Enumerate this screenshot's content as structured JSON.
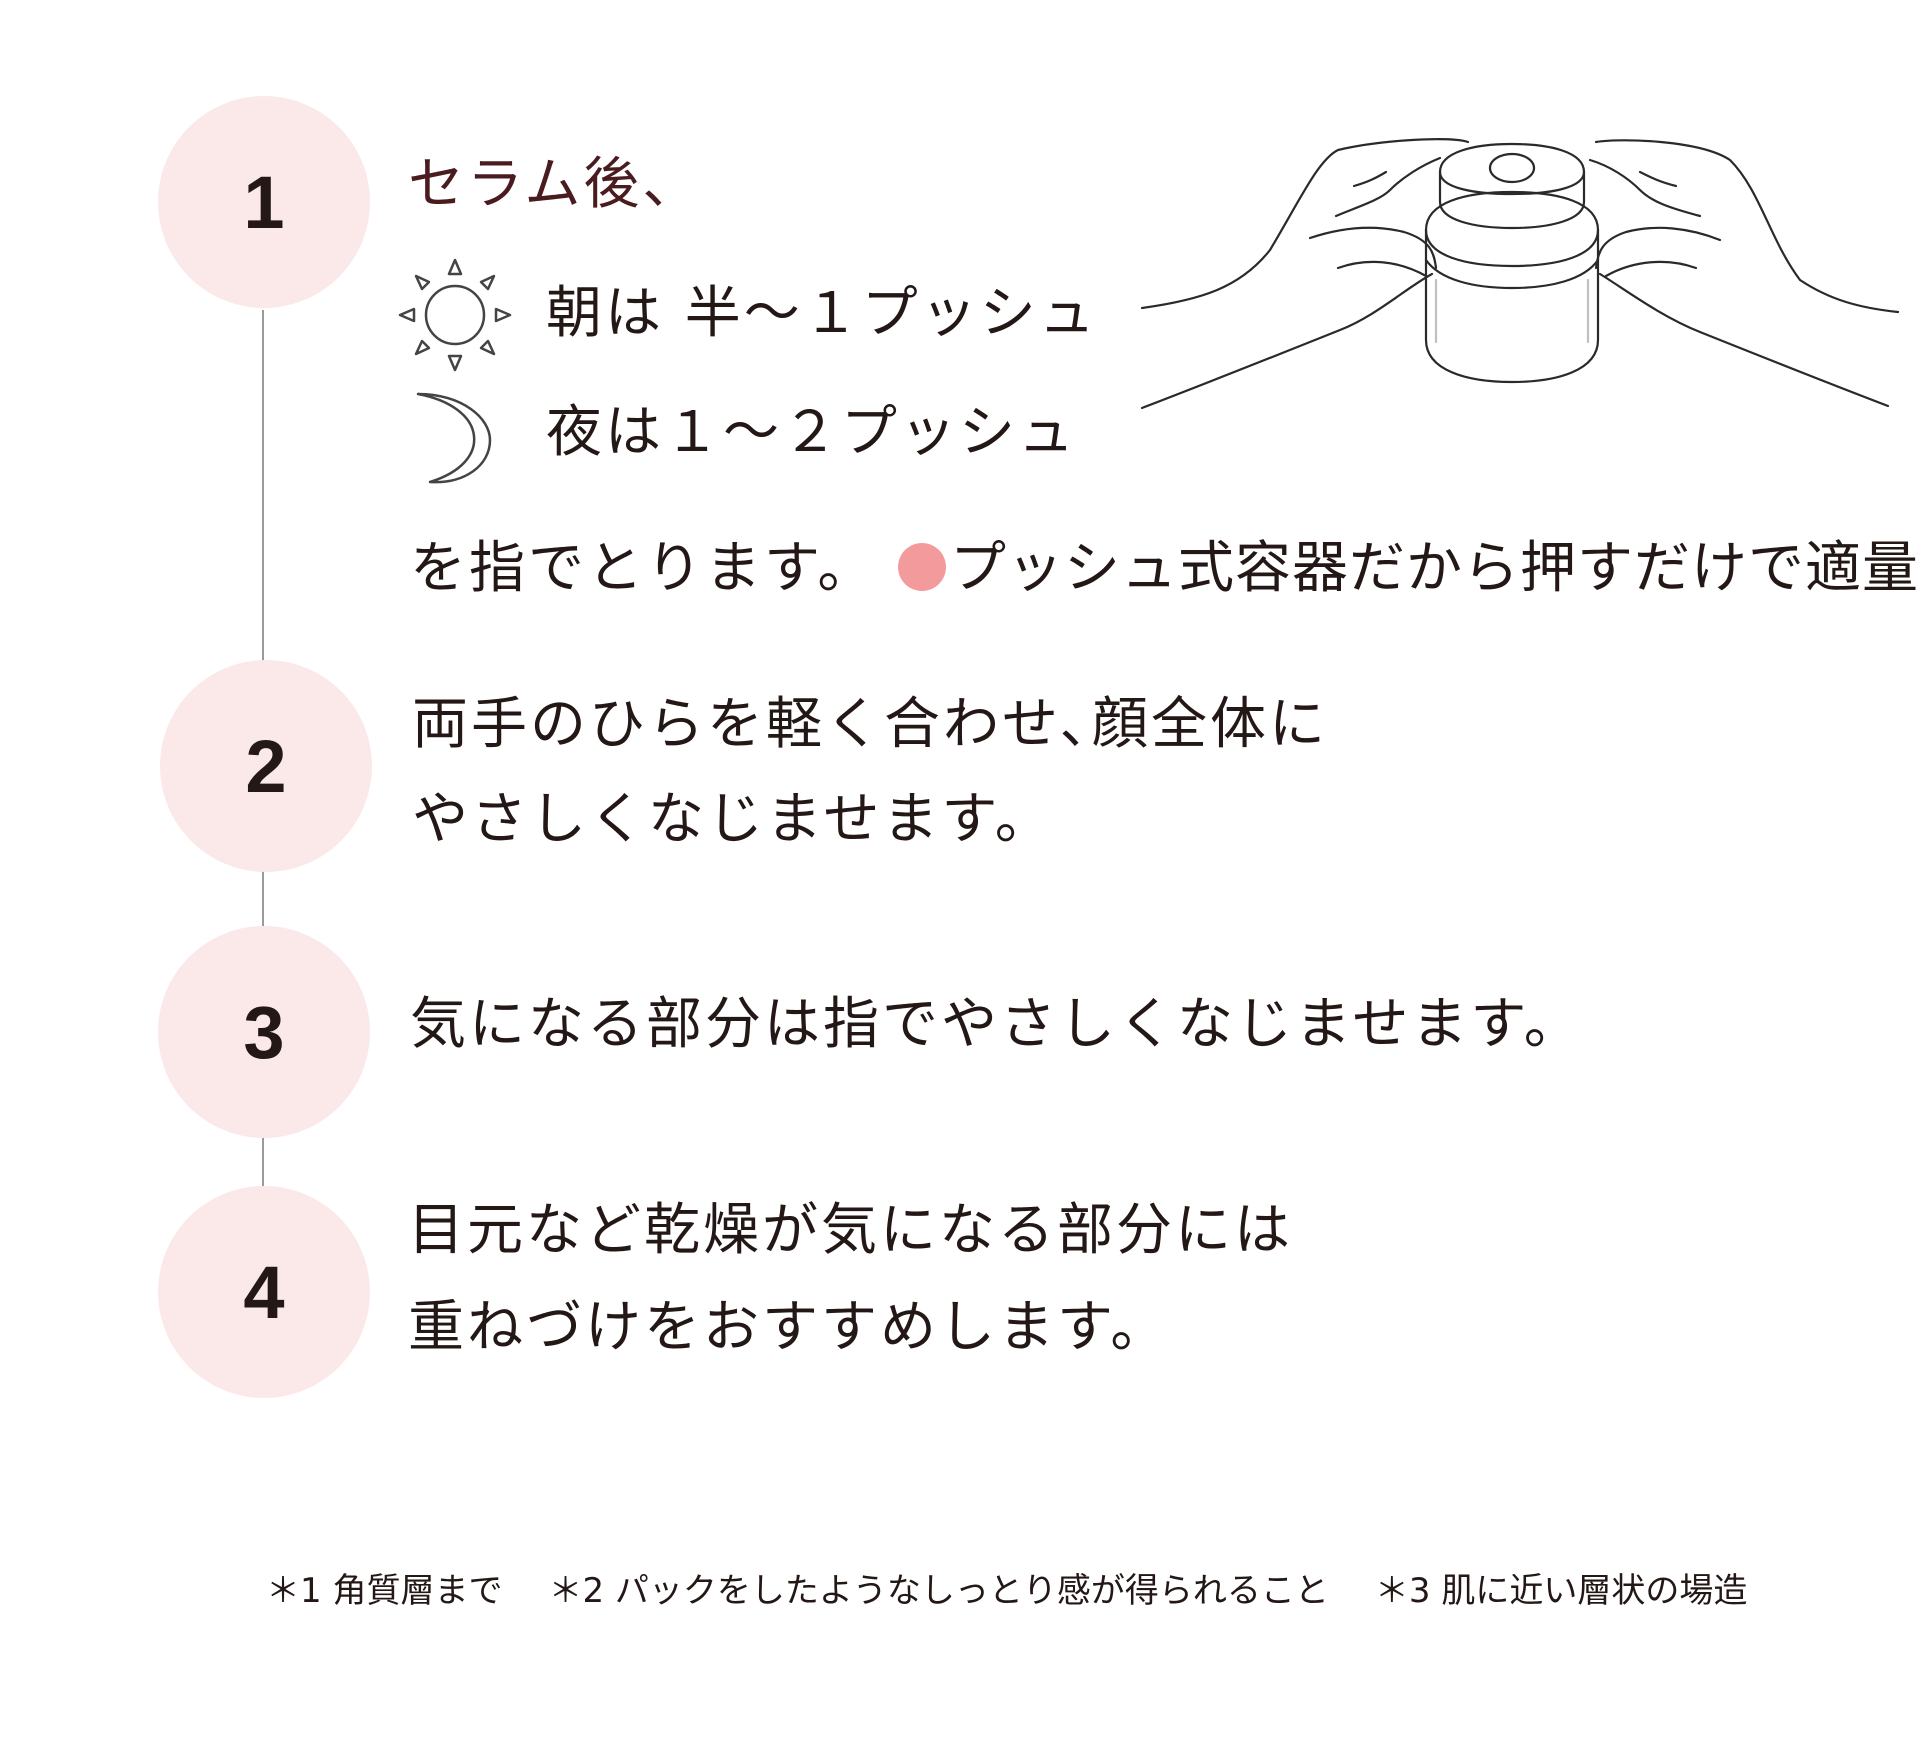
{
  "steps": [
    {
      "number": "1",
      "line1": "セラム後、",
      "morning": "朝は 半～１プッシュ",
      "night": "夜は１～２プッシュ",
      "line_take": "を指でとります。",
      "note": "プッシュ式容器だから押すだけで適量!"
    },
    {
      "number": "2",
      "line1": "両手のひらを軽く合わせ､顔全体に",
      "line2": "やさしくなじませます。"
    },
    {
      "number": "3",
      "line1": "気になる部分は指でやさしくなじませます。"
    },
    {
      "number": "4",
      "line1": "目元など乾燥が気になる部分には",
      "line2": "重ねづけをおすすめします。"
    }
  ],
  "footnotes": [
    "＊1 角質層まで",
    "＊2 パックをしたようなしっとり感が得られること",
    "＊3 肌に近い層状の場造"
  ],
  "icons": {
    "morning": "sun-icon",
    "night": "moon-icon",
    "illustration": "hands-holding-jar-illustration"
  },
  "colors": {
    "circle": "#fbe9ea",
    "dot": "#f39a9c",
    "line": "#9a9a9a",
    "text": "#231815"
  }
}
